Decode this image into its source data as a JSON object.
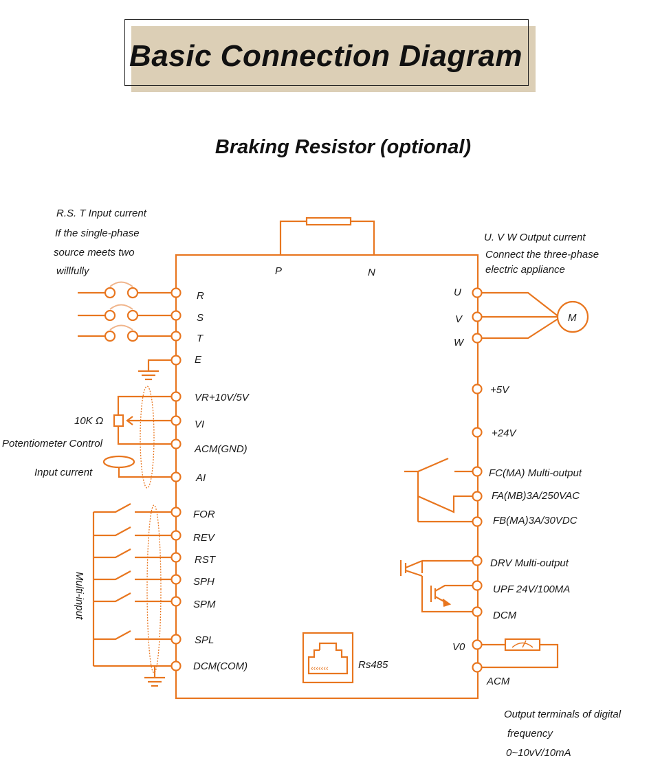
{
  "title": "Basic Connection Diagram",
  "subtitle": "Braking Resistor (optional)",
  "colors": {
    "wire": "#e8761f",
    "banner": "#dccfb6",
    "text": "#1a1a1a"
  },
  "notes": {
    "input": [
      "R.S. T Input current",
      "If the single-phase",
      "source meets two",
      "willfully"
    ],
    "output": [
      "U. V W Output current",
      "Connect the three-phase",
      "electric appliance"
    ],
    "digital": [
      "Output terminals of digital",
      "frequency",
      "0~10vV/10mA"
    ]
  },
  "labels": {
    "p": "P",
    "n": "N",
    "m": "M",
    "potentiometer_value": "10K Ω",
    "potentiometer": "Potentiometer Control",
    "input_current": "Input current",
    "multi_input": "Multi-input",
    "rs485": "Rs485"
  },
  "left_terminals": [
    "R",
    "S",
    "T",
    "E",
    "VR+10V/5V",
    "VI",
    "ACM(GND)",
    "AI",
    "FOR",
    "REV",
    "RST",
    "SPH",
    "SPM",
    "SPL",
    "DCM(COM)"
  ],
  "right_terminals": [
    "U",
    "V",
    "W",
    "+5V",
    "+24V",
    "FC(MA) Multi-output",
    "FA(MB)3A/250VAC",
    "FB(MA)3A/30VDC",
    "DRV Multi-output",
    "UPF 24V/100MA",
    "DCM",
    "V0",
    "ACM"
  ]
}
